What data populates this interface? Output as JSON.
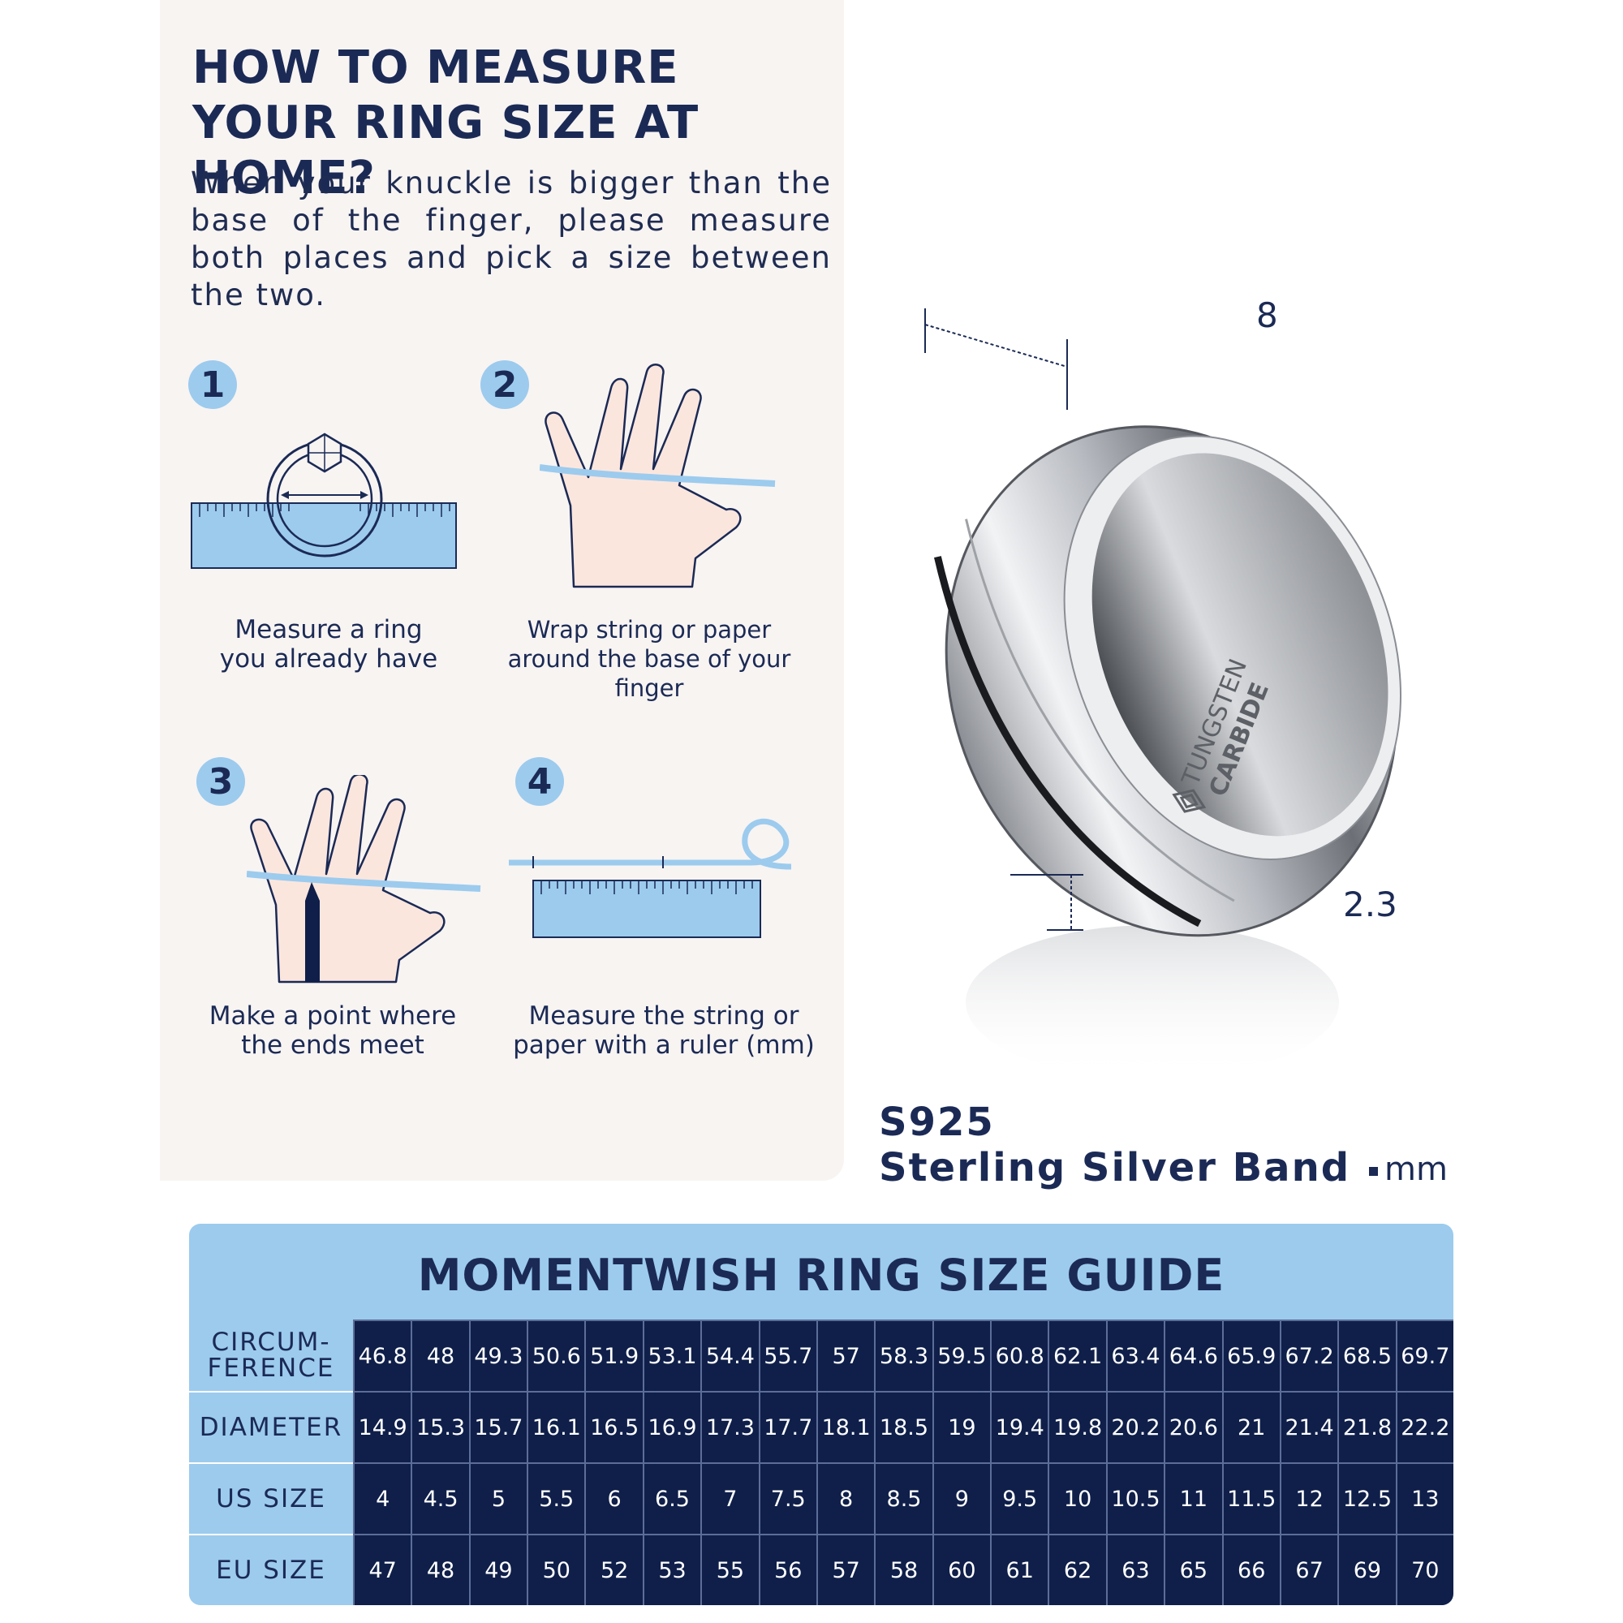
{
  "instructions": {
    "title": "HOW TO MEASURE YOUR RING SIZE AT HOME?",
    "intro": "When your knuckle is bigger than the base of the finger, please measure both places and pick a size between the two.",
    "steps": [
      {
        "number": "1",
        "caption_line1": "Measure a ring",
        "caption_line2": "you already have"
      },
      {
        "number": "2",
        "caption_line1": "Wrap string or paper",
        "caption_line2": "around the base of your finger"
      },
      {
        "number": "3",
        "caption_line1": "Make a point where",
        "caption_line2": "the ends meet"
      },
      {
        "number": "4",
        "caption_line1": "Measure the string or",
        "caption_line2": "paper with a ruler (mm)"
      }
    ]
  },
  "product": {
    "width_label": "8",
    "thickness_label": "2.3",
    "inner_engraving_line1": "TUNGSTEN",
    "inner_engraving_line2": "CARBIDE",
    "name_line1": "S925",
    "name_line2": "Sterling Silver Band",
    "unit": "mm"
  },
  "size_guide": {
    "title": "MOMENTWISH RING SIZE GUIDE",
    "rows": [
      {
        "label": "CIRCUM-\nFERENCE",
        "values": [
          "46.8",
          "48",
          "49.3",
          "50.6",
          "51.9",
          "53.1",
          "54.4",
          "55.7",
          "57",
          "58.3",
          "59.5",
          "60.8",
          "62.1",
          "63.4",
          "64.6",
          "65.9",
          "67.2",
          "68.5",
          "69.7"
        ]
      },
      {
        "label": "DIAMETER",
        "values": [
          "14.9",
          "15.3",
          "15.7",
          "16.1",
          "16.5",
          "16.9",
          "17.3",
          "17.7",
          "18.1",
          "18.5",
          "19",
          "19.4",
          "19.8",
          "20.2",
          "20.6",
          "21",
          "21.4",
          "21.8",
          "22.2"
        ]
      },
      {
        "label": "US SIZE",
        "values": [
          "4",
          "4.5",
          "5",
          "5.5",
          "6",
          "6.5",
          "7",
          "7.5",
          "8",
          "8.5",
          "9",
          "9.5",
          "10",
          "10.5",
          "11",
          "11.5",
          "12",
          "12.5",
          "13"
        ]
      },
      {
        "label": "EU SIZE",
        "values": [
          "47",
          "48",
          "49",
          "50",
          "52",
          "53",
          "55",
          "56",
          "57",
          "58",
          "60",
          "61",
          "62",
          "63",
          "65",
          "66",
          "67",
          "69",
          "70"
        ]
      }
    ]
  },
  "colors": {
    "navy": "#1b2a55",
    "table_cell": "#0f1f4a",
    "light_blue": "#9ccbee",
    "panel_bg": "#f8f4f2"
  }
}
